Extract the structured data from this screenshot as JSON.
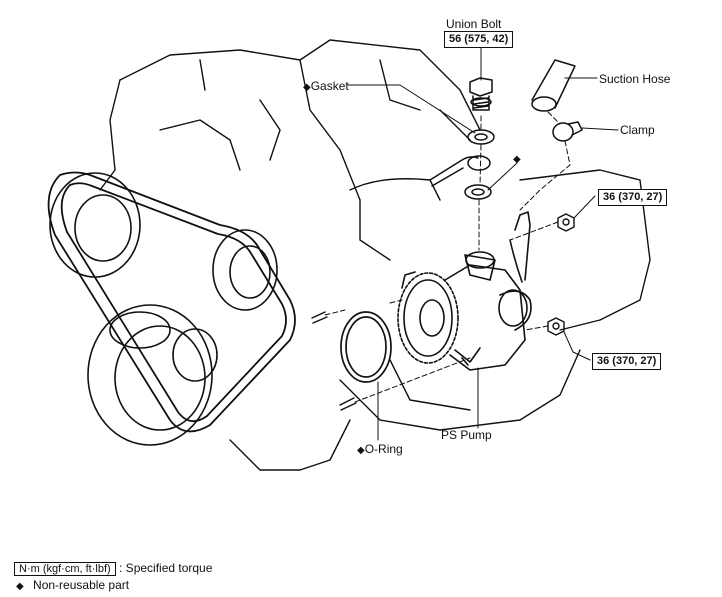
{
  "labels": {
    "union_bolt": "Union Bolt",
    "union_bolt_torque": "56 (575, 42)",
    "gasket": "Gasket",
    "suction_hose": "Suction Hose",
    "clamp": "Clamp",
    "torque_upper": "36 (370, 27)",
    "torque_lower": "36 (370, 27)",
    "ps_pump": "PS Pump",
    "o_ring": "O-Ring"
  },
  "symbols": {
    "non_reusable_marker": "◆"
  },
  "legend": {
    "torque_unit": "N·m (kgf·cm, ft·lbf)",
    "torque_desc": ": Specified torque",
    "nonreusable_symbol": "◆",
    "nonreusable_desc": "Non-reusable part"
  }
}
